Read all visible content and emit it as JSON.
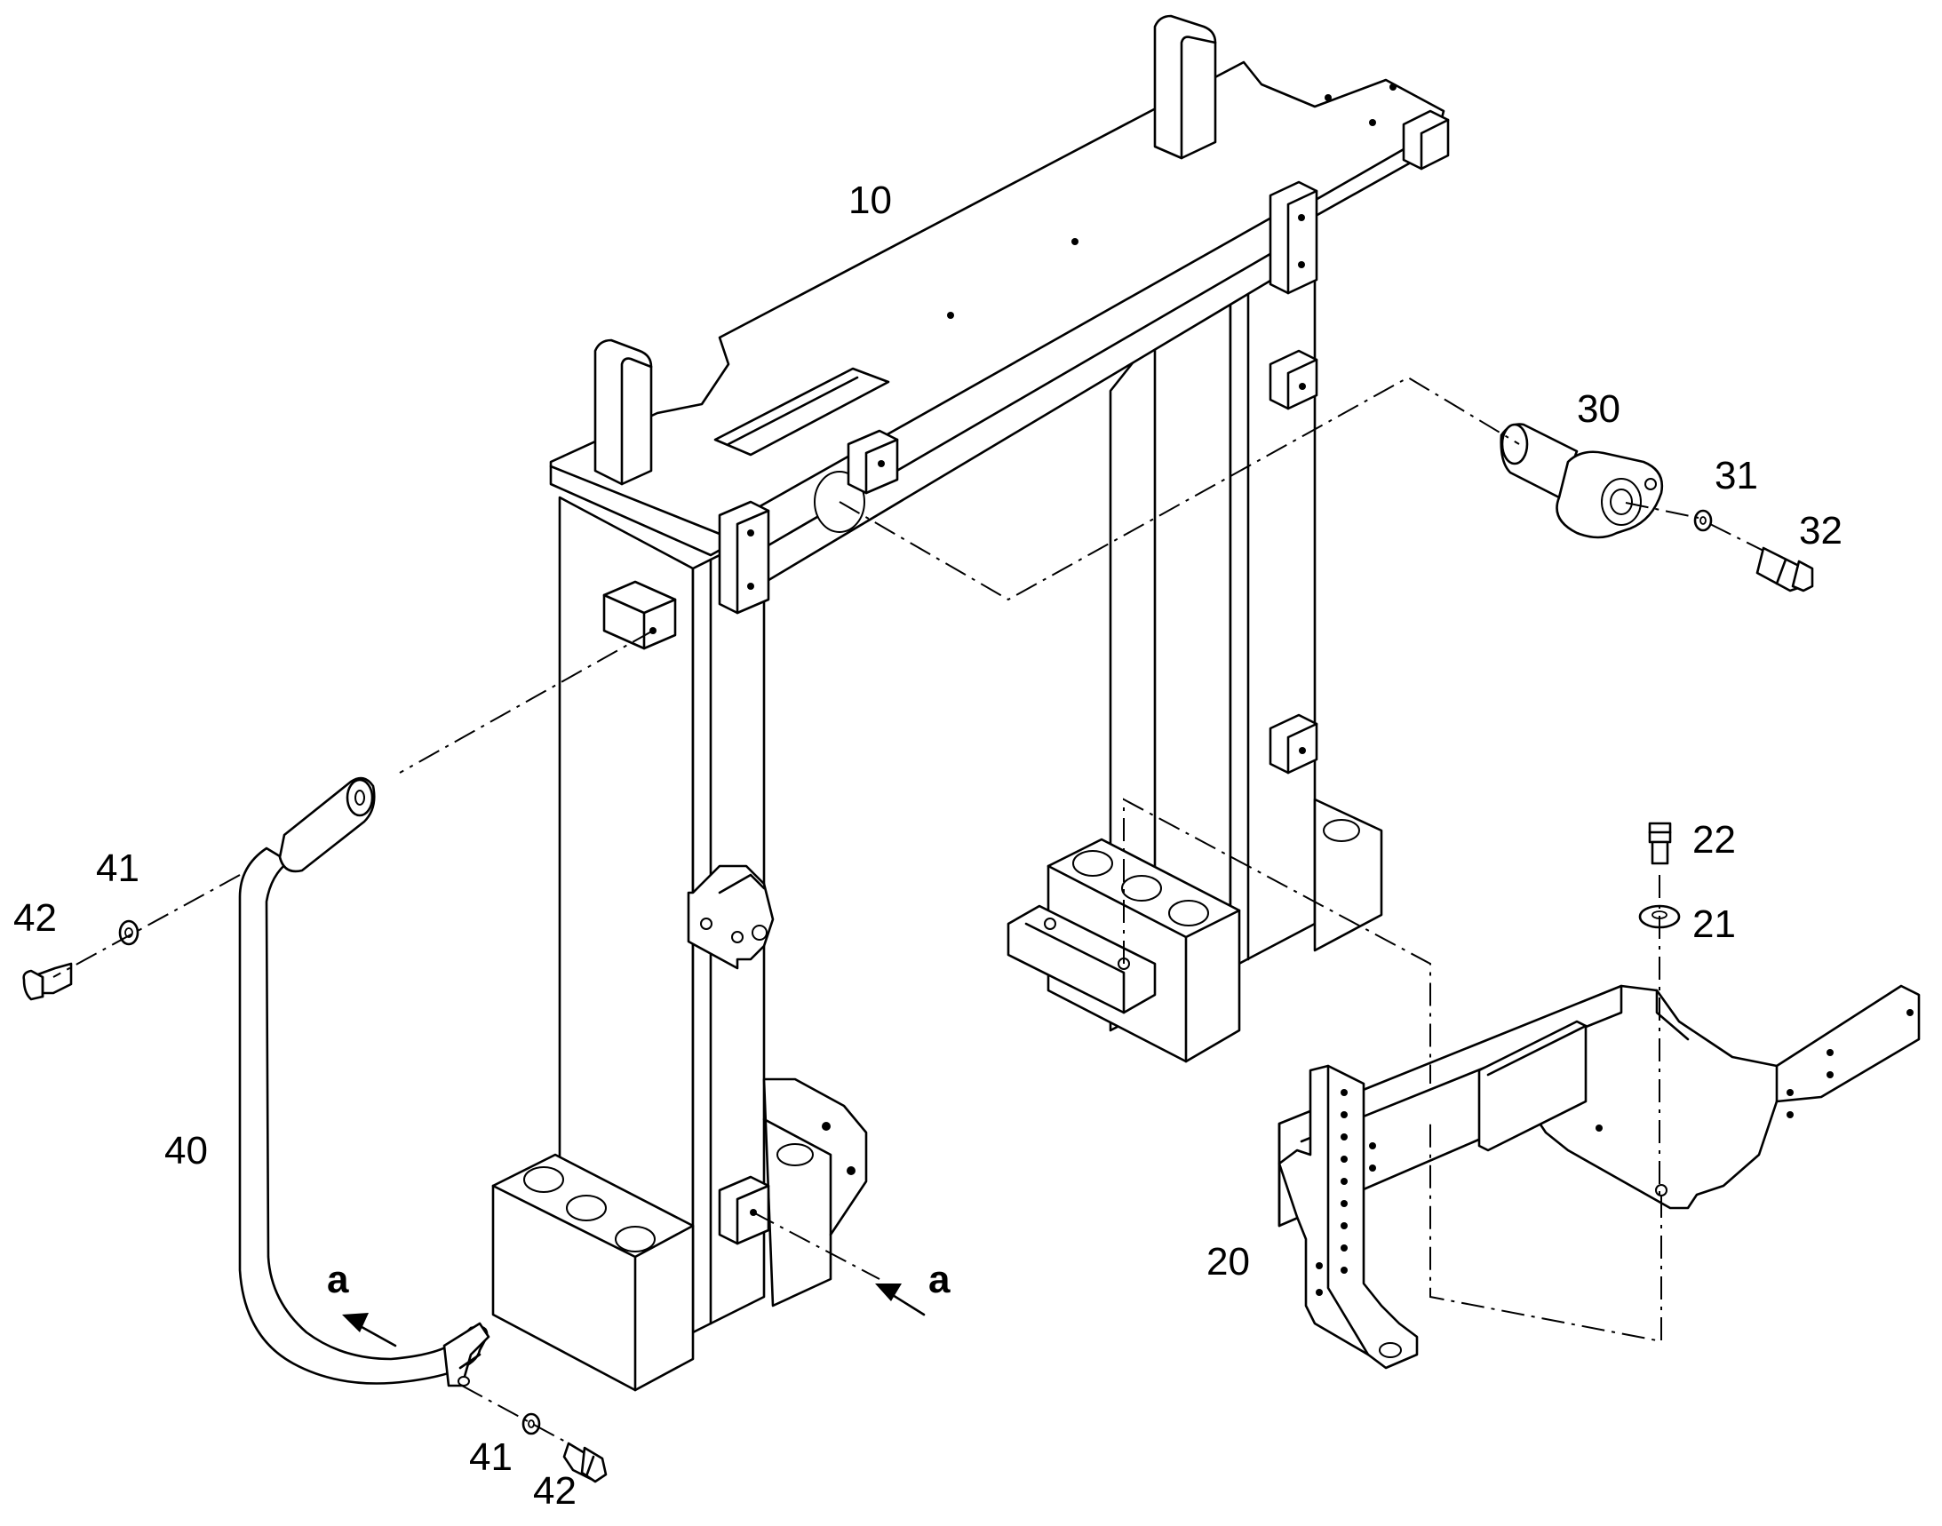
{
  "labels": {
    "frame": "10",
    "bracket": "20",
    "washer_bracket": "21",
    "bolt_bracket": "22",
    "pin": "30",
    "washer_pin": "31",
    "bolt_pin": "32",
    "handle": "40",
    "washer_handle_top": "41",
    "bolt_handle_top": "42",
    "washer_handle_bottom": "41",
    "bolt_handle_bottom": "42",
    "view_arrow_left": "a",
    "view_arrow_right": "a"
  }
}
